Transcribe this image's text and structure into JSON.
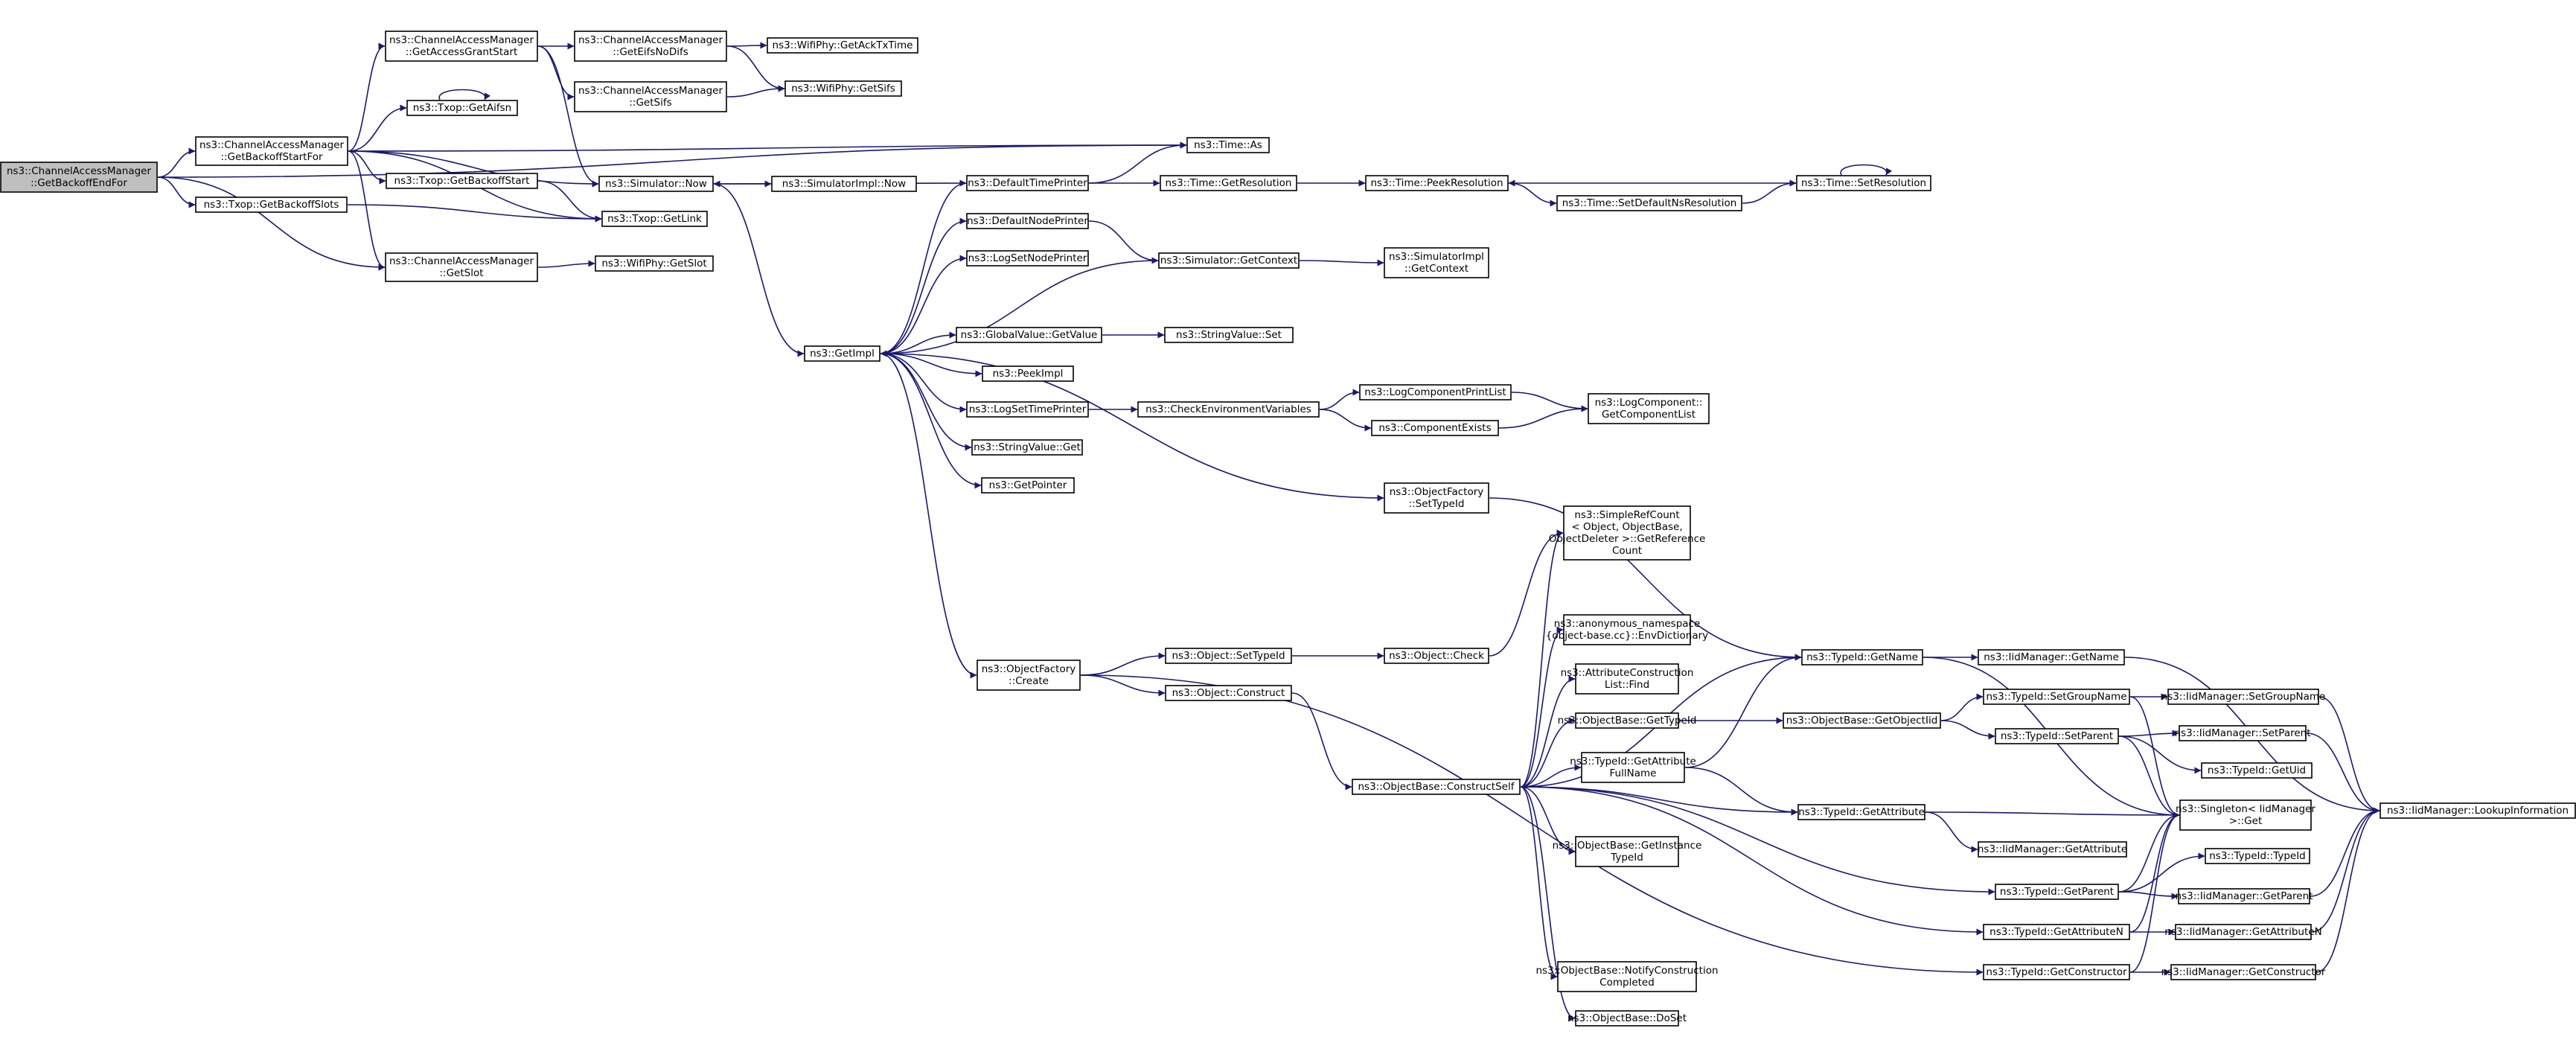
{
  "diagram": {
    "type": "call-graph",
    "colors": {
      "edge": "#191970",
      "node_border": "#000000",
      "root_fill": "#bfbfbf",
      "node_fill": "#ffffff"
    },
    "nodes": [
      {
        "id": "n0",
        "lines": [
          "ns3::ChannelAccessManager",
          "::GetBackoffEndFor"
        ],
        "root": true
      },
      {
        "id": "n1",
        "lines": [
          "ns3::ChannelAccessManager",
          "::GetBackoffStartFor"
        ]
      },
      {
        "id": "n2",
        "lines": [
          "ns3::ChannelAccessManager",
          "::GetAccessGrantStart"
        ]
      },
      {
        "id": "n3",
        "lines": [
          "ns3::ChannelAccessManager",
          "::GetEifsNoDifs"
        ]
      },
      {
        "id": "n4",
        "lines": [
          "ns3::WifiPhy::GetAckTxTime"
        ]
      },
      {
        "id": "n5",
        "lines": [
          "ns3::ChannelAccessManager",
          "::GetSifs"
        ]
      },
      {
        "id": "n6",
        "lines": [
          "ns3::WifiPhy::GetSifs"
        ]
      },
      {
        "id": "n7",
        "lines": [
          "ns3::Txop::GetAifsn"
        ]
      },
      {
        "id": "n8",
        "lines": [
          "ns3::Txop::GetBackoffStart"
        ]
      },
      {
        "id": "n9",
        "lines": [
          "ns3::Txop::GetBackoffSlots"
        ]
      },
      {
        "id": "n10",
        "lines": [
          "ns3::Txop::GetLink"
        ]
      },
      {
        "id": "n11",
        "lines": [
          "ns3::ChannelAccessManager",
          "::GetSlot"
        ]
      },
      {
        "id": "n12",
        "lines": [
          "ns3::WifiPhy::GetSlot"
        ]
      },
      {
        "id": "n13",
        "lines": [
          "ns3::Simulator::Now"
        ]
      },
      {
        "id": "n14",
        "lines": [
          "ns3::SimulatorImpl::Now"
        ]
      },
      {
        "id": "n15",
        "lines": [
          "ns3::Time::As"
        ]
      },
      {
        "id": "n16",
        "lines": [
          "ns3::GetImpl"
        ]
      },
      {
        "id": "n17",
        "lines": [
          "ns3::DefaultTimePrinter"
        ]
      },
      {
        "id": "n18",
        "lines": [
          "ns3::Time::GetResolution"
        ]
      },
      {
        "id": "n19",
        "lines": [
          "ns3::Time::PeekResolution"
        ]
      },
      {
        "id": "n20",
        "lines": [
          "ns3::Time::SetDefaultNsResolution"
        ]
      },
      {
        "id": "n21",
        "lines": [
          "ns3::Time::SetResolution"
        ]
      },
      {
        "id": "n22",
        "lines": [
          "ns3::DefaultNodePrinter"
        ]
      },
      {
        "id": "n23",
        "lines": [
          "ns3::LogSetNodePrinter"
        ]
      },
      {
        "id": "n24",
        "lines": [
          "ns3::Simulator::GetContext"
        ]
      },
      {
        "id": "n25",
        "lines": [
          "ns3::SimulatorImpl",
          "::GetContext"
        ]
      },
      {
        "id": "n26",
        "lines": [
          "ns3::GlobalValue::GetValue"
        ]
      },
      {
        "id": "n27",
        "lines": [
          "ns3::StringValue::Set"
        ]
      },
      {
        "id": "n28",
        "lines": [
          "ns3::PeekImpl"
        ]
      },
      {
        "id": "n29",
        "lines": [
          "ns3::LogSetTimePrinter"
        ]
      },
      {
        "id": "n30",
        "lines": [
          "ns3::CheckEnvironmentVariables"
        ]
      },
      {
        "id": "n31",
        "lines": [
          "ns3::LogComponentPrintList"
        ]
      },
      {
        "id": "n32",
        "lines": [
          "ns3::ComponentExists"
        ]
      },
      {
        "id": "n33",
        "lines": [
          "ns3::LogComponent::",
          "GetComponentList"
        ]
      },
      {
        "id": "n34",
        "lines": [
          "ns3::StringValue::Get"
        ]
      },
      {
        "id": "n35",
        "lines": [
          "ns3::GetPointer"
        ]
      },
      {
        "id": "n36",
        "lines": [
          "ns3::ObjectFactory",
          "::SetTypeId"
        ]
      },
      {
        "id": "n37",
        "lines": [
          "ns3::SimpleRefCount",
          "< Object, ObjectBase,",
          "ObjectDeleter >::GetReference",
          "Count"
        ]
      },
      {
        "id": "n38",
        "lines": [
          "ns3::anonymous_namespace",
          "{object-base.cc}::EnvDictionary"
        ]
      },
      {
        "id": "n39",
        "lines": [
          "ns3::ObjectFactory",
          "::Create"
        ]
      },
      {
        "id": "n40",
        "lines": [
          "ns3::Object::SetTypeId"
        ]
      },
      {
        "id": "n41",
        "lines": [
          "ns3::Object::Check"
        ]
      },
      {
        "id": "n42",
        "lines": [
          "ns3::Object::Construct"
        ]
      },
      {
        "id": "n43",
        "lines": [
          "ns3::AttributeConstruction",
          "List::Find"
        ]
      },
      {
        "id": "n44",
        "lines": [
          "ns3::ObjectBase::GetTypeId"
        ]
      },
      {
        "id": "n45",
        "lines": [
          "ns3::ObjectBase::ConstructSelf"
        ]
      },
      {
        "id": "n46",
        "lines": [
          "ns3::TypeId::GetAttribute",
          "FullName"
        ]
      },
      {
        "id": "n47",
        "lines": [
          "ns3::ObjectBase::GetInstance",
          "TypeId"
        ]
      },
      {
        "id": "n48",
        "lines": [
          "ns3::ObjectBase::NotifyConstruction",
          "Completed"
        ]
      },
      {
        "id": "n49",
        "lines": [
          "ns3::ObjectBase::DoSet"
        ]
      },
      {
        "id": "n50",
        "lines": [
          "ns3::TypeId::GetName"
        ]
      },
      {
        "id": "n51",
        "lines": [
          "ns3::IidManager::GetName"
        ]
      },
      {
        "id": "n52",
        "lines": [
          "ns3::ObjectBase::GetObjectIid"
        ]
      },
      {
        "id": "n53",
        "lines": [
          "ns3::TypeId::SetGroupName"
        ]
      },
      {
        "id": "n54",
        "lines": [
          "ns3::IidManager::SetGroupName"
        ]
      },
      {
        "id": "n55",
        "lines": [
          "ns3::TypeId::SetParent"
        ]
      },
      {
        "id": "n56",
        "lines": [
          "ns3::IidManager::SetParent"
        ]
      },
      {
        "id": "n57",
        "lines": [
          "ns3::TypeId::GetUid"
        ]
      },
      {
        "id": "n58",
        "lines": [
          "ns3::TypeId::GetAttribute"
        ]
      },
      {
        "id": "n59",
        "lines": [
          "ns3::Singleton< IidManager",
          ">::Get"
        ]
      },
      {
        "id": "n60",
        "lines": [
          "ns3::IidManager::GetAttribute"
        ]
      },
      {
        "id": "n61",
        "lines": [
          "ns3::TypeId::TypeId"
        ]
      },
      {
        "id": "n62",
        "lines": [
          "ns3::TypeId::GetParent"
        ]
      },
      {
        "id": "n63",
        "lines": [
          "ns3::IidManager::GetParent"
        ]
      },
      {
        "id": "n64",
        "lines": [
          "ns3::TypeId::GetAttributeN"
        ]
      },
      {
        "id": "n65",
        "lines": [
          "ns3::IidManager::GetAttributeN"
        ]
      },
      {
        "id": "n66",
        "lines": [
          "ns3::TypeId::GetConstructor"
        ]
      },
      {
        "id": "n67",
        "lines": [
          "ns3::IidManager::GetConstructor"
        ]
      },
      {
        "id": "n68",
        "lines": [
          "ns3::IidManager::LookupInformation"
        ]
      }
    ],
    "edges": [
      [
        "n0",
        "n1"
      ],
      [
        "n0",
        "n9"
      ],
      [
        "n0",
        "n11"
      ],
      [
        "n0",
        "n15"
      ],
      [
        "n1",
        "n2"
      ],
      [
        "n1",
        "n7"
      ],
      [
        "n1",
        "n8"
      ],
      [
        "n1",
        "n10"
      ],
      [
        "n1",
        "n11"
      ],
      [
        "n1",
        "n13"
      ],
      [
        "n1",
        "n15"
      ],
      [
        "n2",
        "n3"
      ],
      [
        "n2",
        "n5"
      ],
      [
        "n2",
        "n13"
      ],
      [
        "n3",
        "n4"
      ],
      [
        "n3",
        "n6"
      ],
      [
        "n5",
        "n6"
      ],
      [
        "n7",
        "n7"
      ],
      [
        "n8",
        "n10"
      ],
      [
        "n9",
        "n10"
      ],
      [
        "n11",
        "n12"
      ],
      [
        "n13",
        "n14"
      ],
      [
        "n13",
        "n16"
      ],
      [
        "n16",
        "n17"
      ],
      [
        "n16",
        "n22"
      ],
      [
        "n16",
        "n23"
      ],
      [
        "n16",
        "n26"
      ],
      [
        "n16",
        "n28"
      ],
      [
        "n16",
        "n29"
      ],
      [
        "n16",
        "n34"
      ],
      [
        "n16",
        "n35"
      ],
      [
        "n16",
        "n36"
      ],
      [
        "n16",
        "n39"
      ],
      [
        "n24",
        "n16"
      ],
      [
        "n17",
        "n13"
      ],
      [
        "n17",
        "n15"
      ],
      [
        "n17",
        "n18"
      ],
      [
        "n18",
        "n19"
      ],
      [
        "n19",
        "n20"
      ],
      [
        "n20",
        "n21"
      ],
      [
        "n21",
        "n19"
      ],
      [
        "n21",
        "n21"
      ],
      [
        "n22",
        "n24"
      ],
      [
        "n24",
        "n25"
      ],
      [
        "n26",
        "n27"
      ],
      [
        "n29",
        "n30"
      ],
      [
        "n30",
        "n31"
      ],
      [
        "n30",
        "n32"
      ],
      [
        "n31",
        "n33"
      ],
      [
        "n32",
        "n33"
      ],
      [
        "n36",
        "n50"
      ],
      [
        "n39",
        "n40"
      ],
      [
        "n39",
        "n42"
      ],
      [
        "n39",
        "n66"
      ],
      [
        "n40",
        "n41"
      ],
      [
        "n41",
        "n37"
      ],
      [
        "n42",
        "n45"
      ],
      [
        "n45",
        "n37"
      ],
      [
        "n45",
        "n38"
      ],
      [
        "n45",
        "n43"
      ],
      [
        "n45",
        "n44"
      ],
      [
        "n45",
        "n46"
      ],
      [
        "n45",
        "n47"
      ],
      [
        "n45",
        "n48"
      ],
      [
        "n45",
        "n49"
      ],
      [
        "n45",
        "n50"
      ],
      [
        "n45",
        "n58"
      ],
      [
        "n45",
        "n62"
      ],
      [
        "n45",
        "n64"
      ],
      [
        "n44",
        "n52"
      ],
      [
        "n46",
        "n50"
      ],
      [
        "n46",
        "n58"
      ],
      [
        "n50",
        "n51"
      ],
      [
        "n50",
        "n59"
      ],
      [
        "n51",
        "n68"
      ],
      [
        "n52",
        "n53"
      ],
      [
        "n52",
        "n55"
      ],
      [
        "n53",
        "n54"
      ],
      [
        "n53",
        "n59"
      ],
      [
        "n54",
        "n68"
      ],
      [
        "n55",
        "n56"
      ],
      [
        "n55",
        "n57"
      ],
      [
        "n55",
        "n59"
      ],
      [
        "n56",
        "n68"
      ],
      [
        "n58",
        "n59"
      ],
      [
        "n58",
        "n60"
      ],
      [
        "n62",
        "n59"
      ],
      [
        "n62",
        "n61"
      ],
      [
        "n62",
        "n63"
      ],
      [
        "n63",
        "n68"
      ],
      [
        "n64",
        "n59"
      ],
      [
        "n64",
        "n65"
      ],
      [
        "n65",
        "n68"
      ],
      [
        "n66",
        "n59"
      ],
      [
        "n66",
        "n67"
      ],
      [
        "n67",
        "n68"
      ]
    ]
  }
}
